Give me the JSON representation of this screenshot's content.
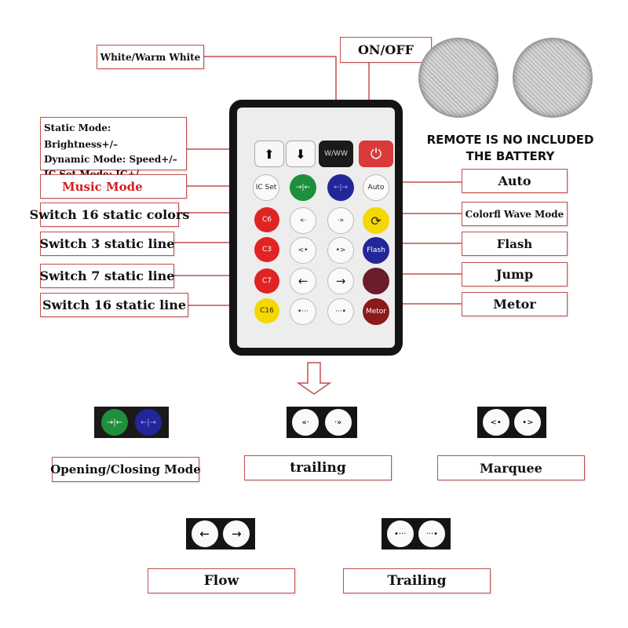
{
  "colors": {
    "leader": "#c0504d",
    "red": "#e02424",
    "green": "#1e8f3a",
    "blue": "#23269a",
    "yellow": "#f5d800",
    "maroon": "#6b1d2c",
    "dark_red": "#8b1a1a",
    "button_red": "#d93a3a"
  },
  "labels": {
    "white_warm_white": "White/Warm White",
    "on_off": "ON/OFF",
    "static_mode": "Static Mode: Brightness+/–",
    "dynamic_mode": "Dynamic Mode: Speed+/–",
    "ic_set_mode": "IC Set Mode: IC+/–",
    "music_mode": "Music Mode",
    "switch_16_colors": "Switch 16 static colors",
    "switch_3_line": "Switch 3 static line",
    "switch_7_line": "Switch 7 static line",
    "switch_16_line": "Switch 16 static line",
    "auto": "Auto",
    "colorful_wave": "Colorfl Wave Mode",
    "flash": "Flash",
    "jump": "Jump",
    "metor": "Metor"
  },
  "notice": {
    "line1": "REMOTE IS NO INCLUDED",
    "line2": "THE BATTERY"
  },
  "remote": {
    "up": "⬆",
    "down": "⬇",
    "www": "W/WW",
    "power": "⏻",
    "ic_set": "IC Set",
    "auto": "Auto",
    "c6": "C6",
    "c3": "C3",
    "c7": "C7",
    "c16": "C16",
    "flash": "Flash",
    "metor": "Metor",
    "left_arrow": "←",
    "right_arrow": "→",
    "open_close": "→|←",
    "close_open": "←|→",
    "trail_left": "«·",
    "trail_right": "·»",
    "marq_left": "<•",
    "marq_right": "•>",
    "dot_left": "•···",
    "dot_right": "···•",
    "wave": "⟳"
  },
  "modes": {
    "opening_closing": "Opening/Closing Mode",
    "trailing_lower": "trailing",
    "marquee": "Marquee",
    "flow": "Flow",
    "trailing": "Trailing"
  }
}
